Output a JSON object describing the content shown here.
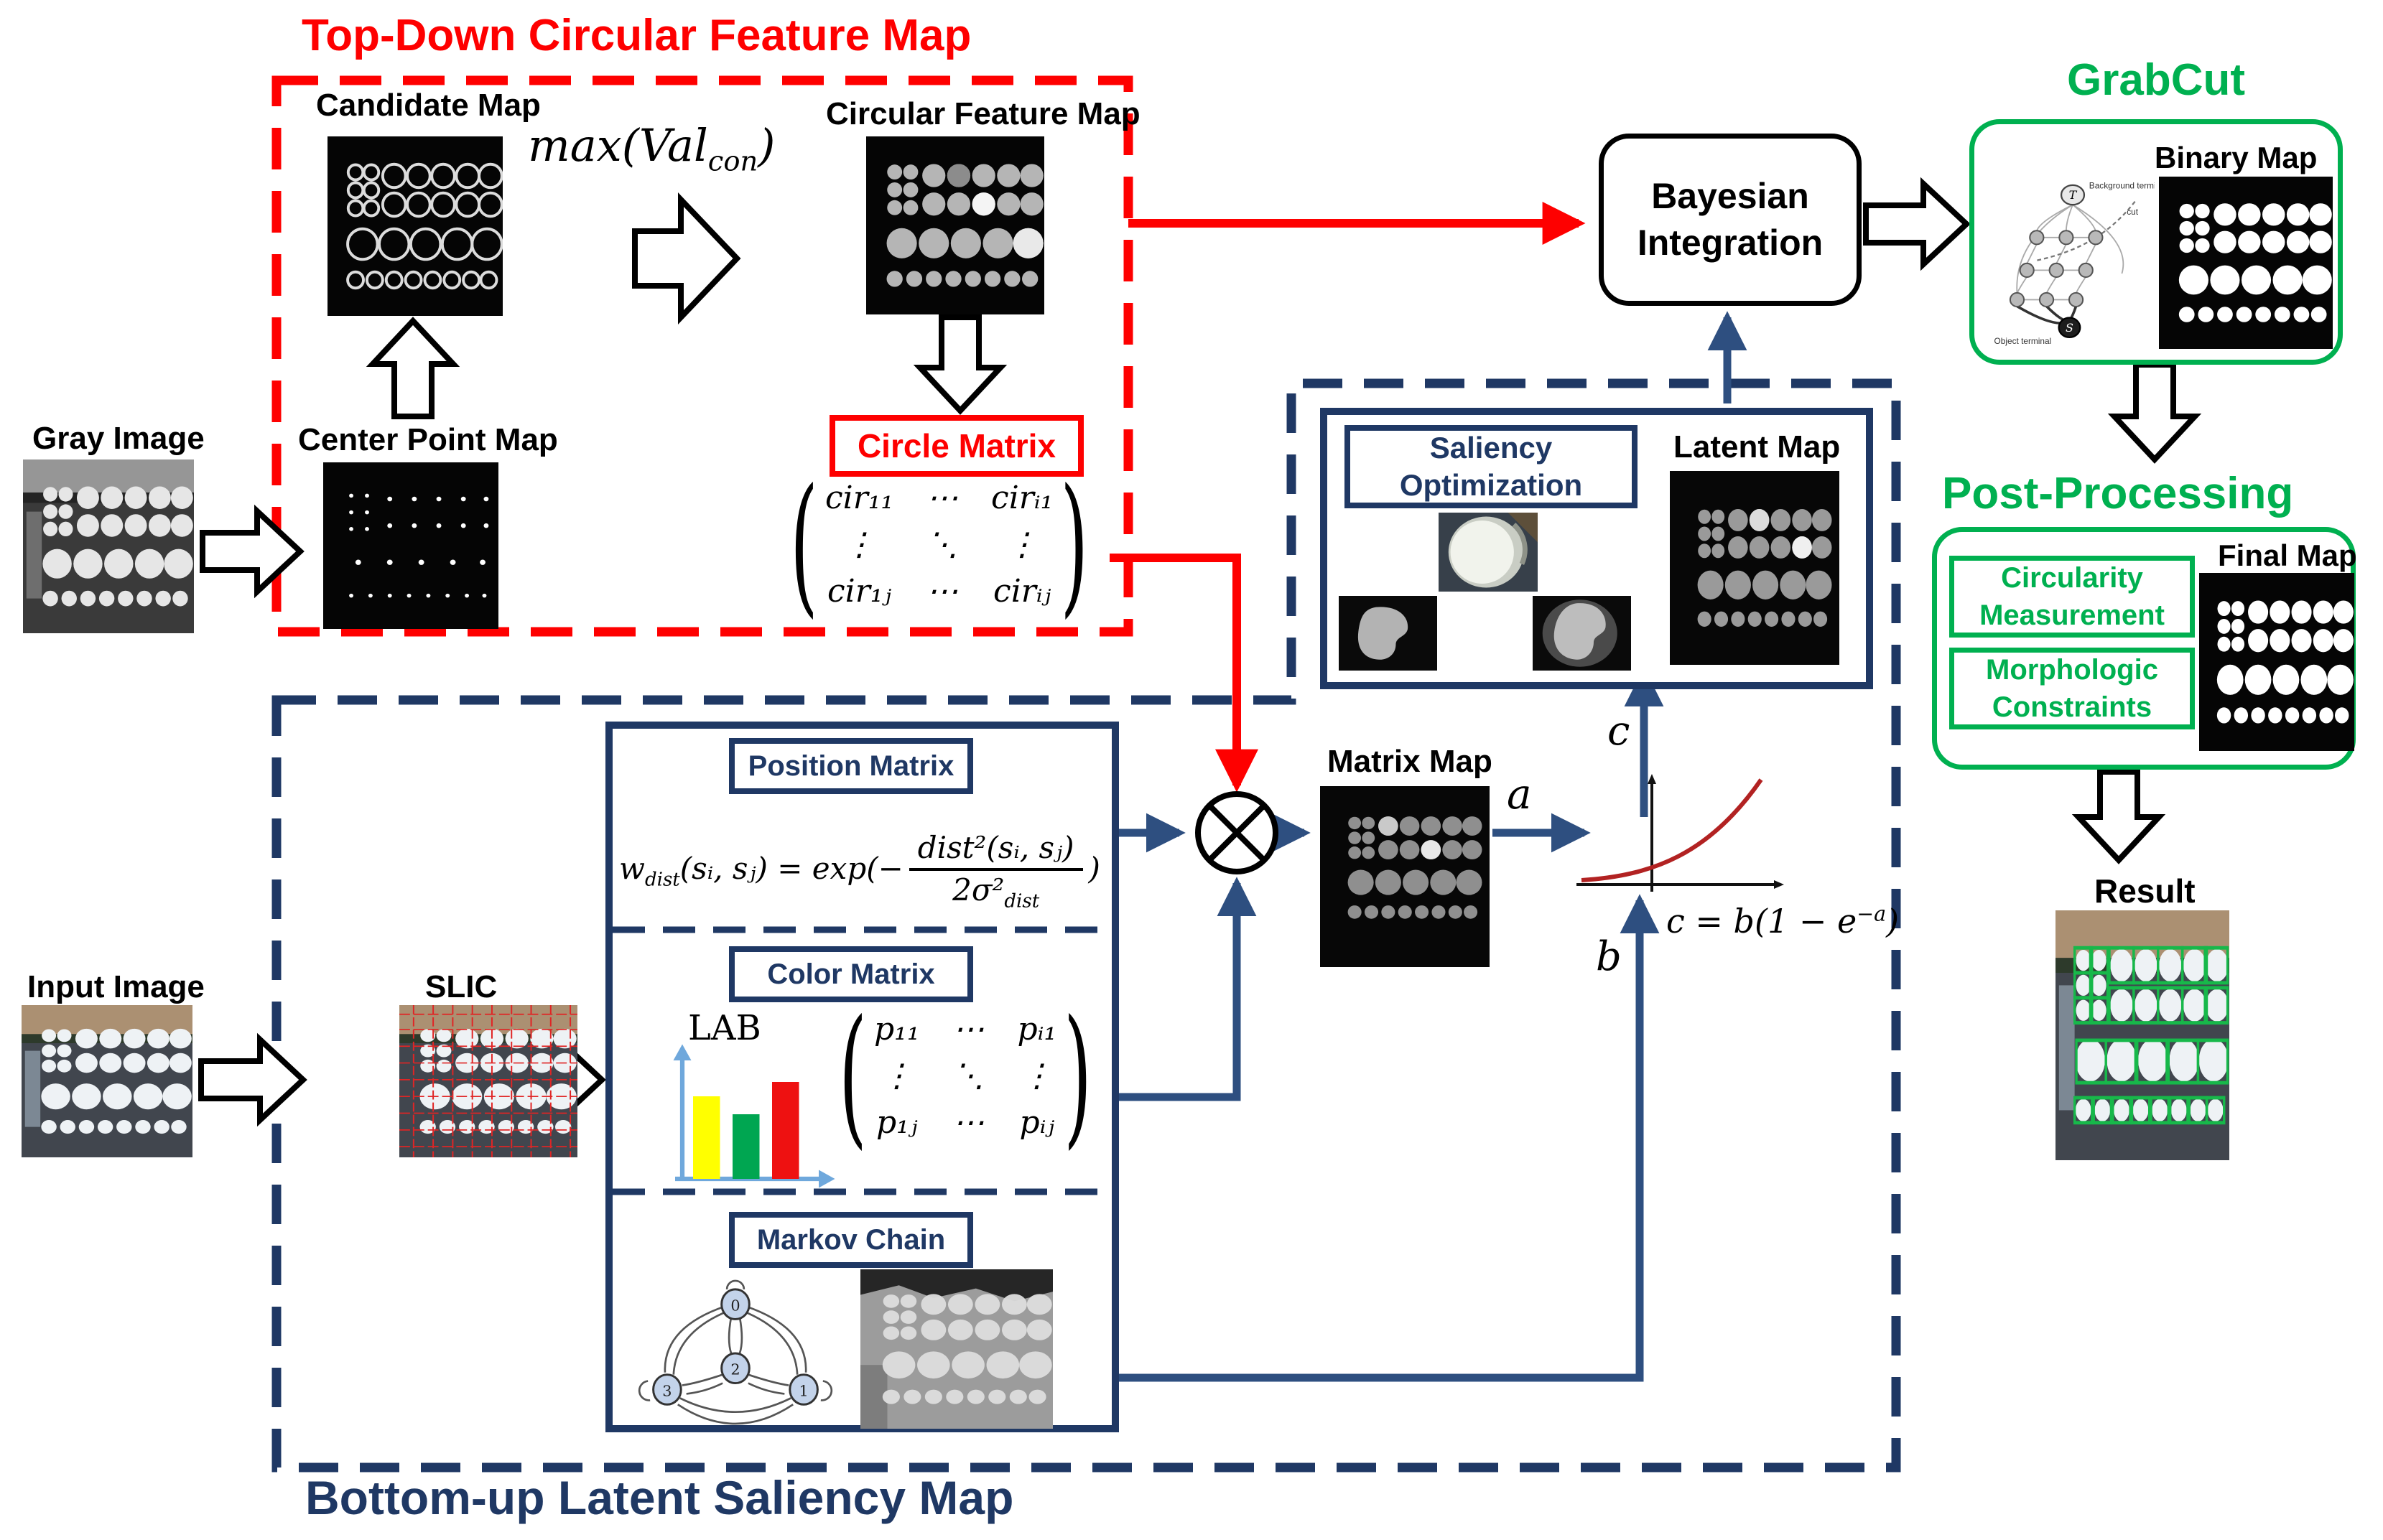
{
  "top_down": {
    "title": "Top-Down Circular Feature Map",
    "candidate_map_label": "Candidate Map",
    "center_point_map_label": "Center Point Map",
    "circular_feature_map_label": "Circular Feature Map",
    "circle_matrix_label": "Circle Matrix",
    "max_formula": {
      "pre": "max(Val",
      "sub": "con",
      "post": ")"
    },
    "circle_matrix_cells": [
      "cir₁₁",
      "⋯",
      "cirᵢ₁",
      "⋮",
      "⋱",
      "⋮",
      "cir₁ⱼ",
      "⋯",
      "cirᵢⱼ"
    ]
  },
  "inputs": {
    "gray_image_label": "Gray Image",
    "input_image_label": "Input Image",
    "slic_label": "SLIC"
  },
  "bottom_up": {
    "title": "Bottom-up Latent Saliency Map",
    "position_matrix_label": "Position Matrix",
    "position_formula": {
      "w": "w",
      "w_sub": "dist",
      "mid": "(sᵢ, sⱼ) = exp(−",
      "num": "dist²(sᵢ, sⱼ)",
      "den": "2σ²",
      "den_sub": "dist",
      "close": ")"
    },
    "color_matrix_label": "Color Matrix",
    "lab_label": "LAB",
    "color_matrix_cells": [
      "p₁₁",
      "⋯",
      "pᵢ₁",
      "⋮",
      "⋱",
      "⋮",
      "p₁ⱼ",
      "⋯",
      "pᵢⱼ"
    ],
    "markov_chain_label": "Markov Chain",
    "markov_nodes": [
      "0",
      "2",
      "3",
      "1"
    ]
  },
  "fusion": {
    "matrix_map_label": "Matrix Map",
    "var_a": "a",
    "var_b": "b",
    "var_c": "c",
    "transfer_formula": {
      "pre": "c = b(1 − e",
      "sup": "−a",
      "post": ")"
    }
  },
  "saliency": {
    "optimization_label": "Saliency Optimization",
    "latent_map_label": "Latent Map"
  },
  "bayesian": {
    "line1": "Bayesian",
    "line2": "Integration"
  },
  "grabcut": {
    "title": "GrabCut",
    "binary_map_label": "Binary Map",
    "graph": {
      "t": "T",
      "s": "S",
      "background_terminal": "Background terminal",
      "cut": "cut",
      "object_terminal": "Object terminal"
    }
  },
  "post": {
    "title": "Post-Processing",
    "final_map_label": "Final Map",
    "circularity_label": "Circularity Measurement",
    "morphologic_label": "Morphologic Constraints",
    "result_label": "Result"
  }
}
